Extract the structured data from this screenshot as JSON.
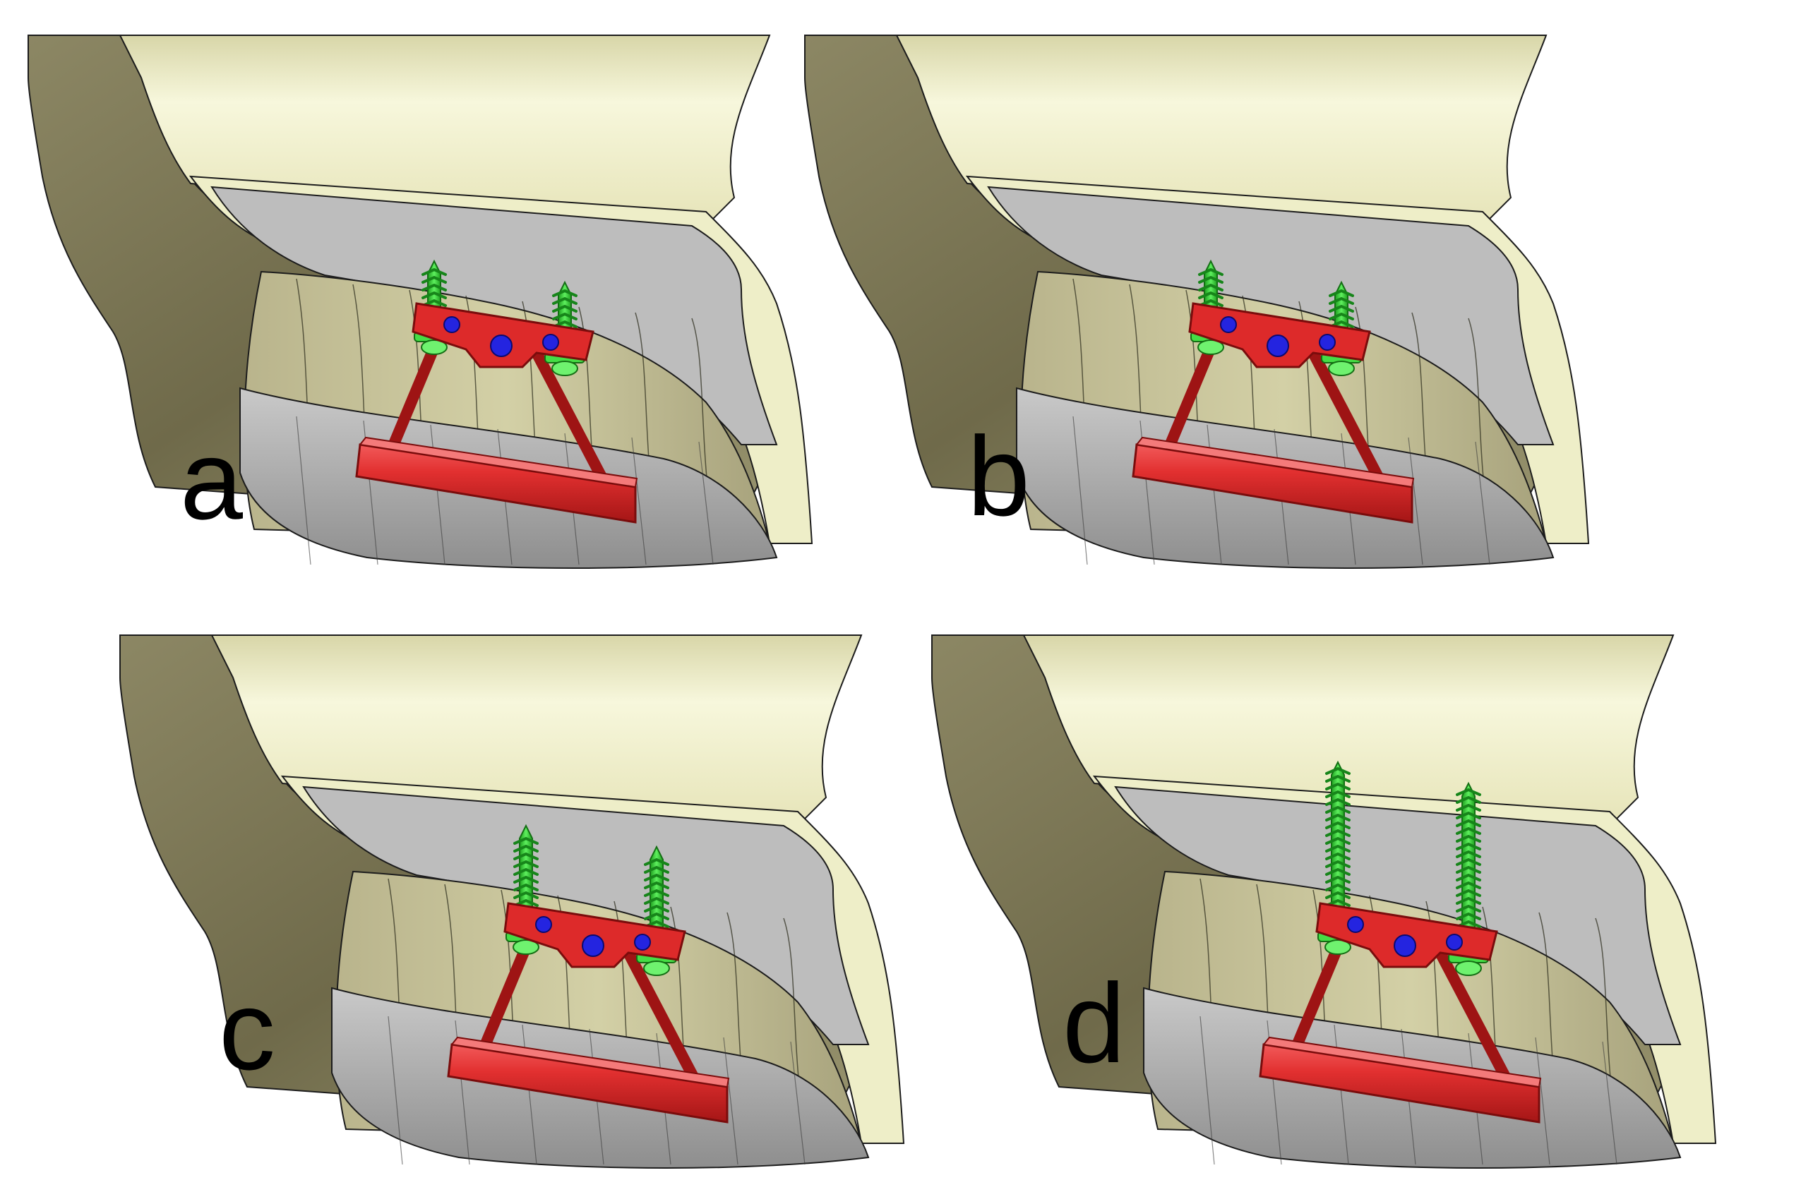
{
  "figure": {
    "colors": {
      "background": "#ffffff",
      "bone_outer": "#7f7a58",
      "bone_top": "#eeeec8",
      "sinus_gray": "#bdbdbd",
      "bone_lower": "#a8a8a8",
      "device_red": "#dd2a2a",
      "device_dark": "#9e1414",
      "screw_green": "#2ecc2e",
      "marker_blue": "#2424e0",
      "outline": "#1c1c1c"
    },
    "panels": [
      {
        "label": "a",
        "screw_type": "short"
      },
      {
        "label": "b",
        "screw_type": "short"
      },
      {
        "label": "c",
        "screw_type": "medium"
      },
      {
        "label": "d",
        "screw_type": "long"
      }
    ]
  }
}
